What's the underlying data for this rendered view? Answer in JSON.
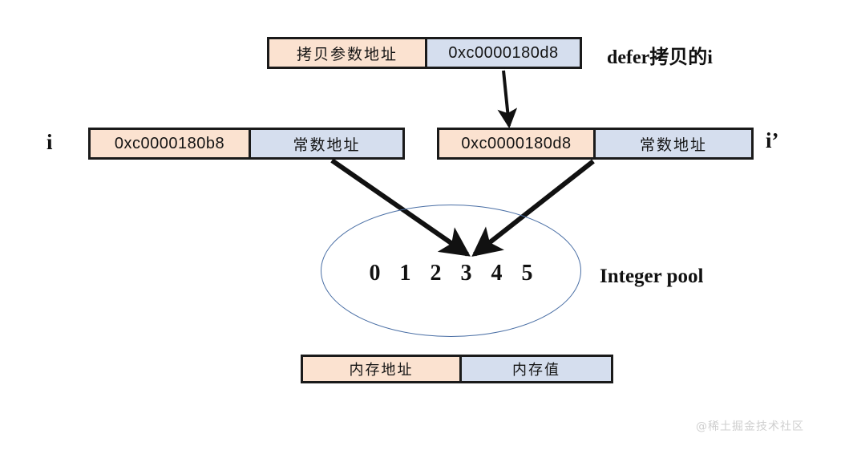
{
  "diagram": {
    "title_labels": {
      "defer_copy": "defer拷贝的i",
      "integer_pool": "Integer pool",
      "var_i": "i",
      "var_i_prime": "i’"
    },
    "boxes": {
      "copy_param": {
        "address_label": "拷贝参数地址",
        "value_label": "0xc0000180d8"
      },
      "i_row": {
        "address_label": "0xc0000180b8",
        "value_label": "常数地址"
      },
      "i_prime_row": {
        "address_label": "0xc0000180d8",
        "value_label": "常数地址"
      },
      "legend": {
        "address_label": "内存地址",
        "value_label": "内存值"
      }
    },
    "pool": {
      "numbers": [
        "0",
        "1",
        "2",
        "3",
        "4",
        "5"
      ],
      "highlighted": "3"
    },
    "colors": {
      "address_fill": "#FBE2D0",
      "value_fill": "#D5DEEE",
      "border": "#1a1a1a",
      "ellipse_stroke": "#4A6FA5",
      "arrow": "#111111",
      "watermark": "#cfcfcf"
    },
    "watermark": "@稀土掘金技术社区"
  }
}
